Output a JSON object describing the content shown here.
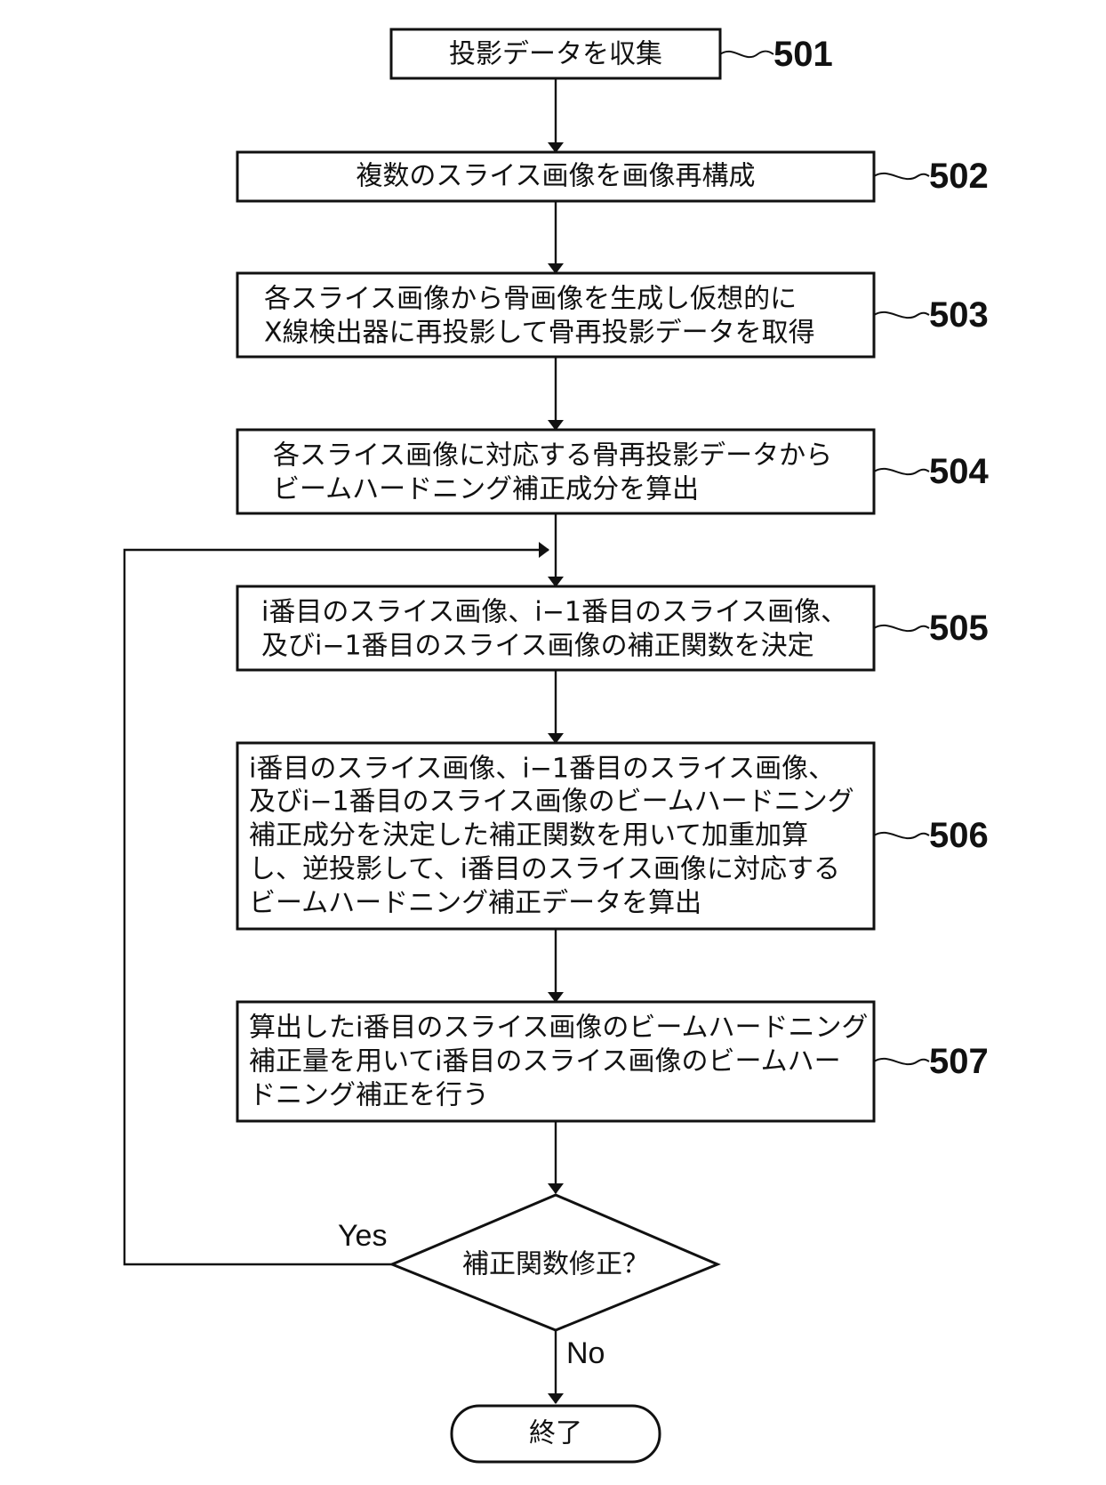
{
  "steps": [
    {
      "id": "501",
      "lines": [
        "投影データを収集"
      ]
    },
    {
      "id": "502",
      "lines": [
        "複数のスライス画像を画像再構成"
      ]
    },
    {
      "id": "503",
      "lines": [
        "各スライス画像から骨画像を生成し仮想的に",
        "X線検出器に再投影して骨再投影データを取得"
      ]
    },
    {
      "id": "504",
      "lines": [
        "各スライス画像に対応する骨再投影データから",
        "ビームハードニング補正成分を算出"
      ]
    },
    {
      "id": "505",
      "lines": [
        "i番目のスライス画像、i−1番目のスライス画像、",
        "及びi−1番目のスライス画像の補正関数を決定"
      ]
    },
    {
      "id": "506",
      "lines": [
        "i番目のスライス画像、i−1番目のスライス画像、",
        "及びi−1番目のスライス画像のビームハードニング",
        "補正成分を決定した補正関数を用いて加重加算",
        "し、逆投影して、i番目のスライス画像に対応する",
        "ビームハードニング補正データを算出"
      ]
    },
    {
      "id": "507",
      "lines": [
        "算出したi番目のスライス画像のビームハードニング",
        "補正量を用いてi番目のスライス画像のビームハー",
        "ドニング補正を行う"
      ]
    }
  ],
  "decision": {
    "label": "補正関数修正？",
    "yes_label": "Yes",
    "no_label": "No"
  },
  "terminal": {
    "label": "終了"
  }
}
